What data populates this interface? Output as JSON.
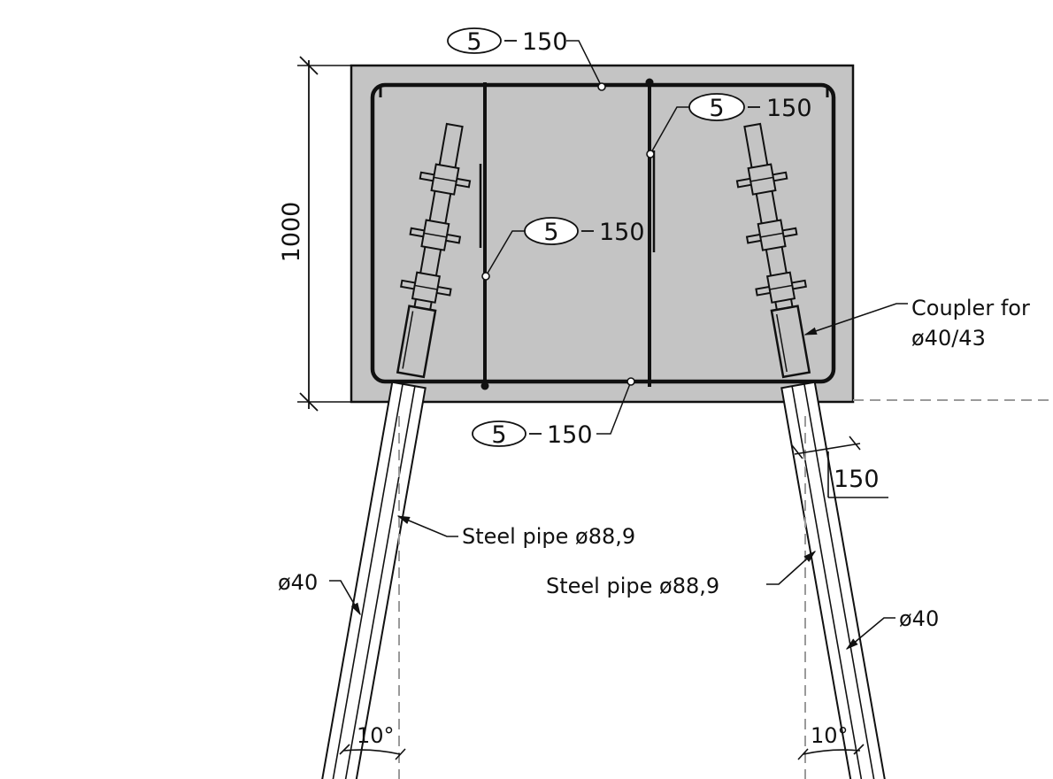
{
  "drawing": {
    "colors": {
      "concrete": "#c4c4c4",
      "line": "#111111",
      "background": "#ffffff",
      "dash": "#9a9a9a"
    },
    "dimensions": {
      "height": "1000",
      "pipe_spacing": "150"
    },
    "rebar_callouts": [
      {
        "mark": "5",
        "spacing": "150"
      },
      {
        "mark": "5",
        "spacing": "150"
      },
      {
        "mark": "5",
        "spacing": "150"
      },
      {
        "mark": "5",
        "spacing": "150"
      }
    ],
    "labels": {
      "coupler_line1": "Coupler for",
      "coupler_line2": "ø40/43",
      "steel_pipe_left": "Steel pipe ø88,9",
      "steel_pipe_right": "Steel pipe ø88,9",
      "rod_left": "ø40",
      "rod_right": "ø40",
      "angle_left": "10°",
      "angle_right": "10°"
    }
  }
}
